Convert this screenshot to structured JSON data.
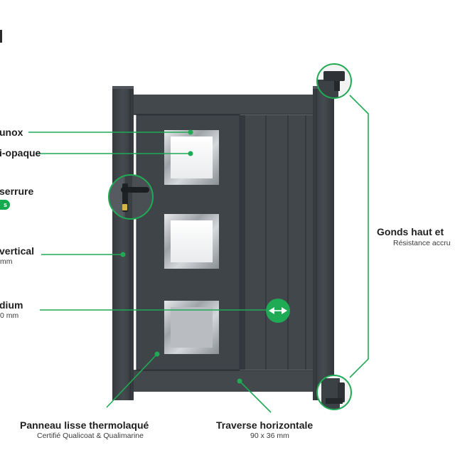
{
  "accent_color": "#1faa55",
  "frame_color": "#3e4348",
  "panel_color": "#41464b",
  "callouts": {
    "insert_inox": {
      "title": "unox"
    },
    "glass_semi_opaque": {
      "title": "i-opaque"
    },
    "lock_handle": {
      "title": "serrure",
      "badge": "s"
    },
    "upright_vertical": {
      "title": "vertical",
      "sub": "mm"
    },
    "medium_profile": {
      "title": "dium",
      "sub": "0 mm"
    },
    "hinges": {
      "title": "Gonds haut et",
      "sub": "Résistance accru"
    },
    "panel_smooth": {
      "title": "Panneau lisse thermolaqué",
      "sub": "Certifié Qualicoat & Qualimarine"
    },
    "crossbar_horizontal": {
      "title": "Traverse horizontale",
      "sub": "90 x 36 mm"
    }
  },
  "icons": {
    "handle": "door-handle-icon",
    "hinge": "hinge-icon",
    "width_arrows": "double-arrow-icon"
  }
}
